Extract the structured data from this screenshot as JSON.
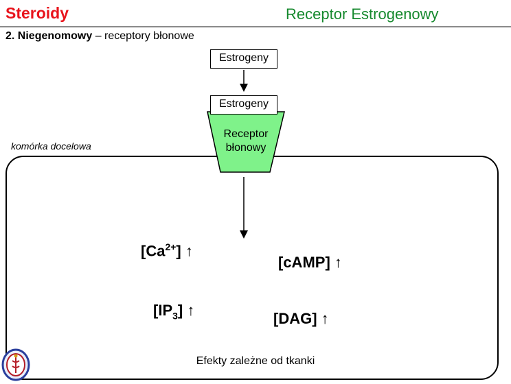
{
  "header": {
    "title": "Steroidy",
    "topic": "Receptor Estrogenowy"
  },
  "subtitle": {
    "bold": "2. Niegenomowy",
    "rest": " – receptory błonowe"
  },
  "diagram": {
    "ligand_top": "Estrogeny",
    "ligand_bound": "Estrogeny",
    "receptor_line1": "Receptor",
    "receptor_line2": "błonowy",
    "cell_label": "komórka docelowa",
    "messengers": {
      "ca": {
        "base": "[Ca",
        "sup": "2+",
        "close": "]",
        "arrow": "↑"
      },
      "camp": {
        "text": "[cAMP]",
        "arrow": "↑"
      },
      "ip3": {
        "base": "[IP",
        "sub": "3",
        "close": "]",
        "arrow": "↑"
      },
      "dag": {
        "text": "[DAG]",
        "arrow": "↑"
      }
    },
    "effect": "Efekty zależne od tkanki"
  },
  "colors": {
    "title_red": "#e8141c",
    "topic_green": "#16892e",
    "receptor_fill": "#7ff28a"
  }
}
